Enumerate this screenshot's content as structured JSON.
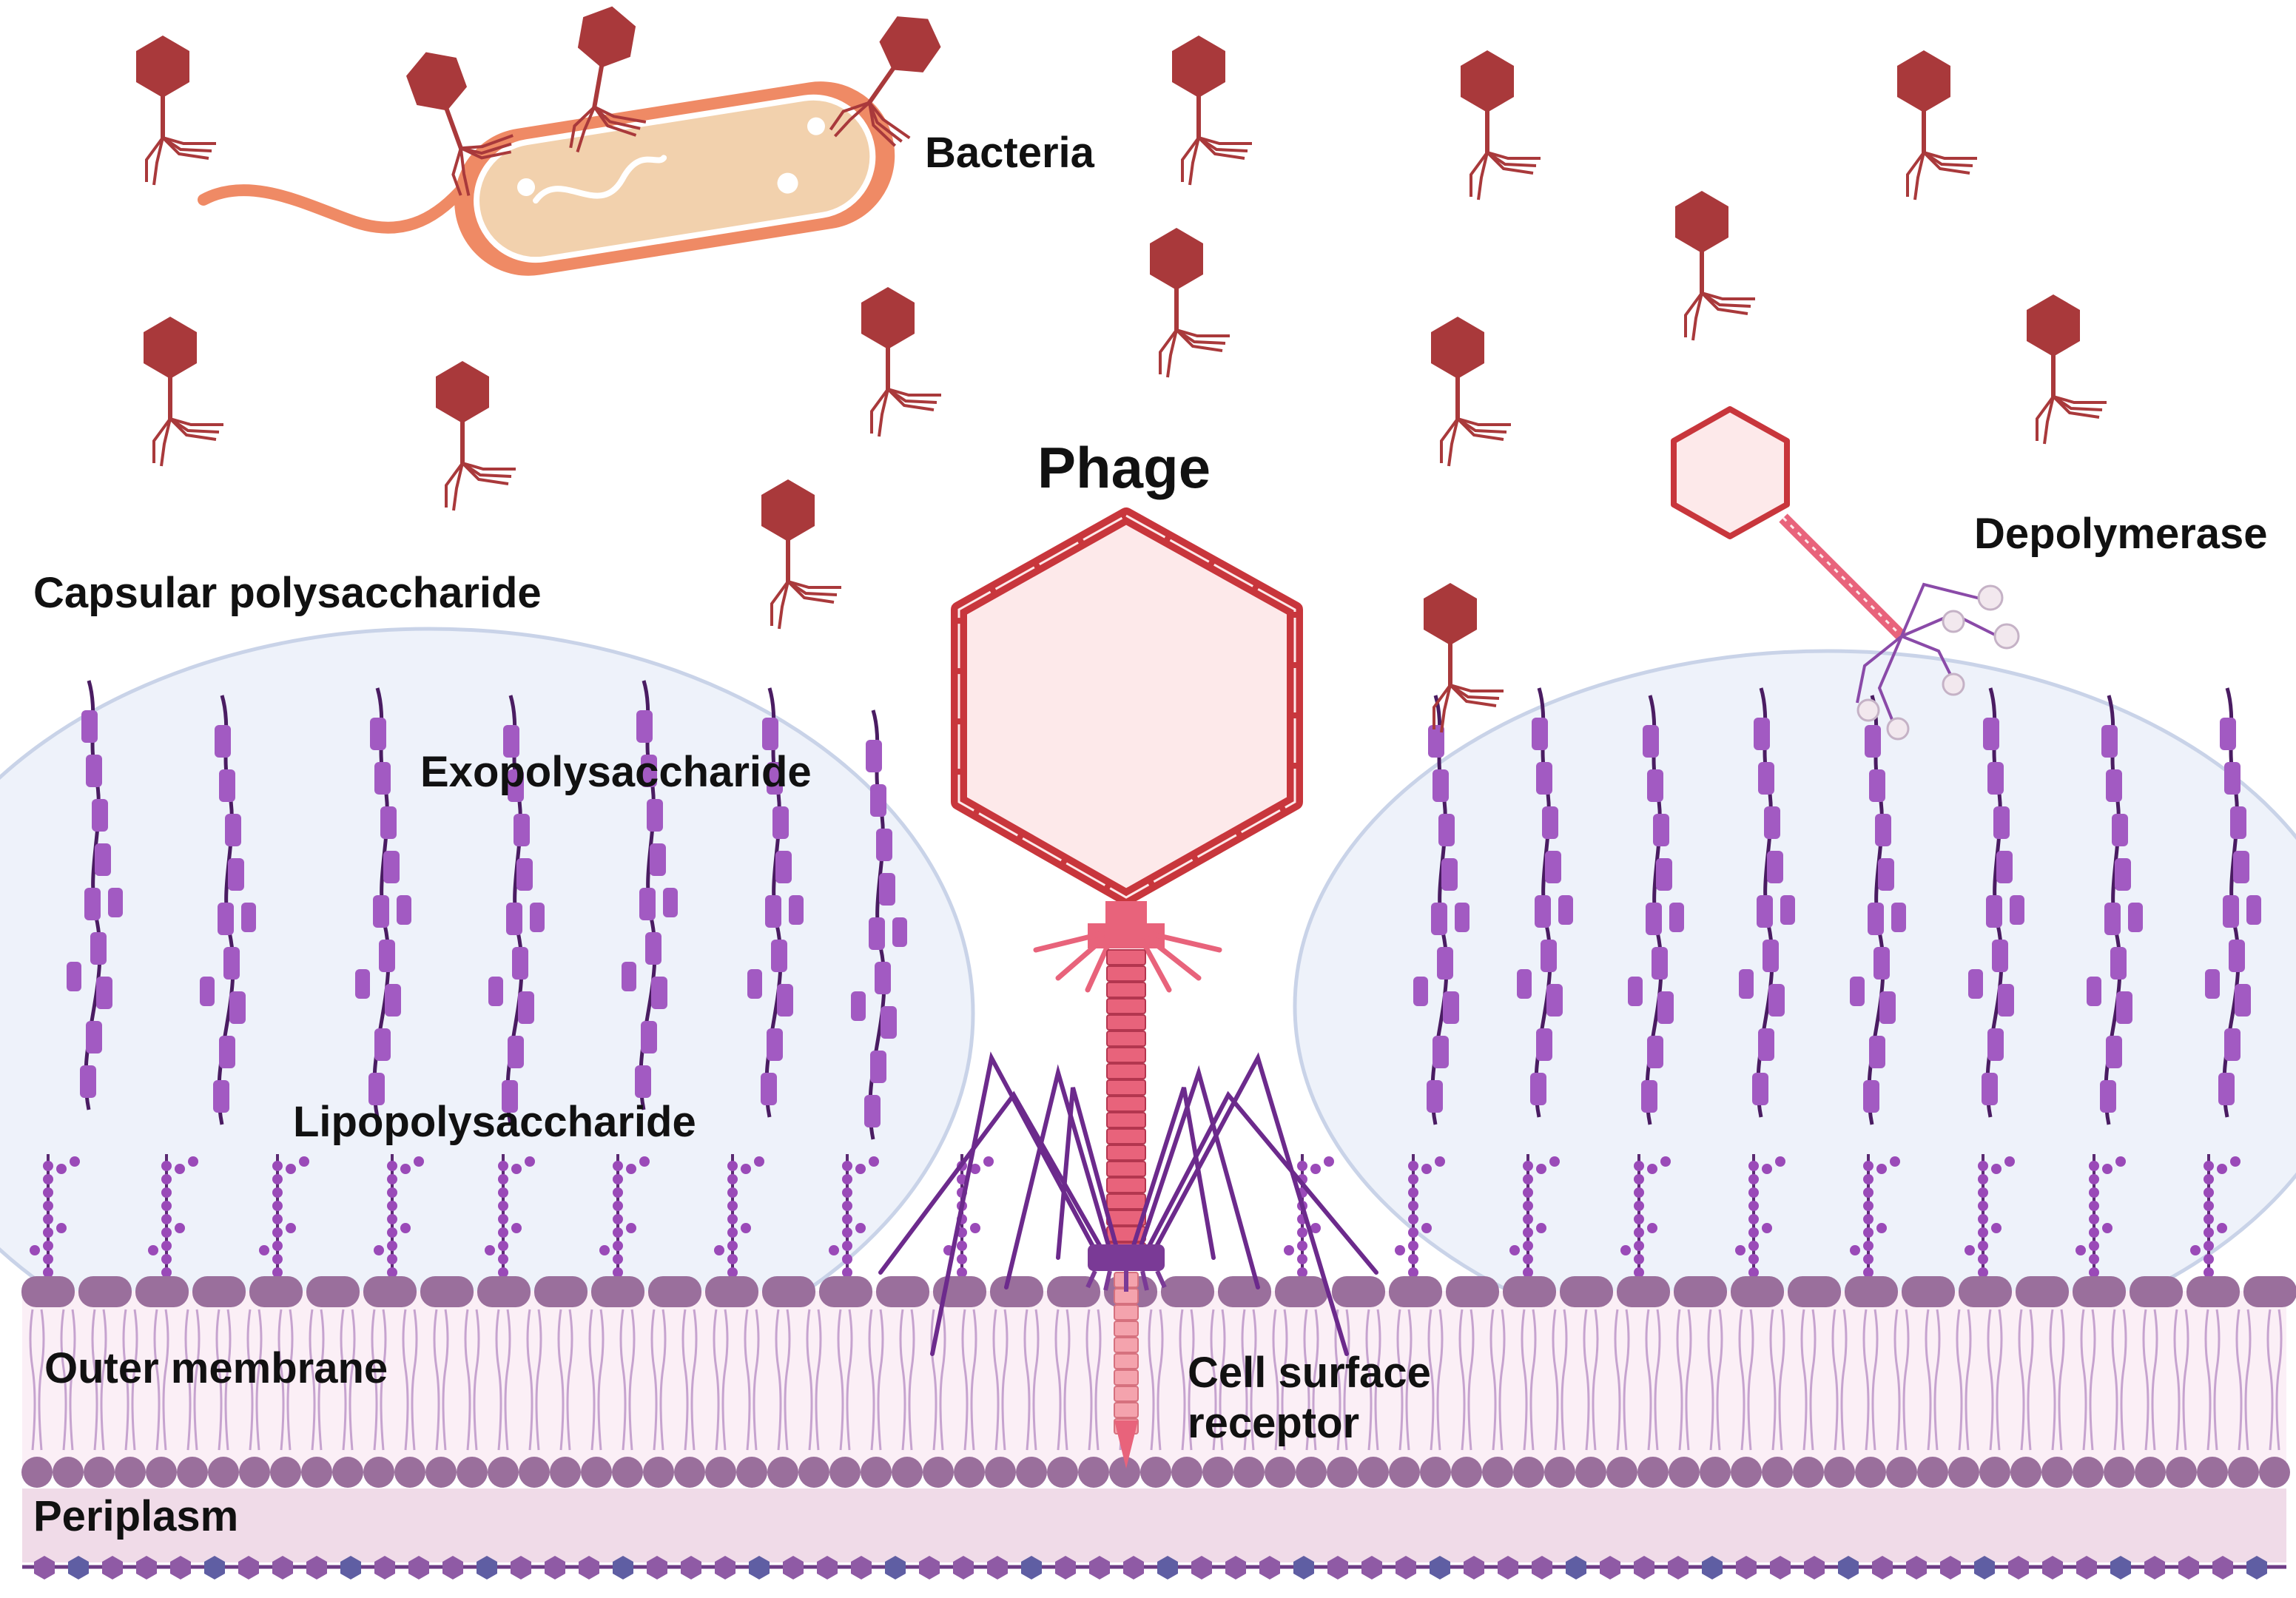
{
  "labels": {
    "bacteria": "Bacteria",
    "phage": "Phage",
    "depolymerase": "Depolymerase",
    "capsular_polysaccharide": "Capsular polysaccharide",
    "exopolysaccharide": "Exopolysaccharide",
    "lipopolysaccharide": "Lipopolysaccharide",
    "outer_membrane": "Outer membrane",
    "cell_surface_receptor_line1": "Cell surface",
    "cell_surface_receptor_line2": "receptor",
    "periplasm": "Periplasm"
  },
  "colors": {
    "phage_capsid": "#c8363c",
    "phage_capsid_fill": "#fde9ea",
    "small_phage": "#a9393b",
    "phage_tail": "#e8637b",
    "tail_fibers": "#6c2a8c",
    "polysaccharide": "#a25ac2",
    "capsule": "#eef2fa",
    "capsule_outline": "#c9d3e8",
    "membrane_head": "#9a6f9c",
    "membrane_band": "#fbeff6",
    "periplasm": "#f0dbe8",
    "peptidoglycan_hex": "#8f5aa5",
    "bacteria_body": "#f2d1ad",
    "bacteria_outline": "#ef8a65"
  }
}
